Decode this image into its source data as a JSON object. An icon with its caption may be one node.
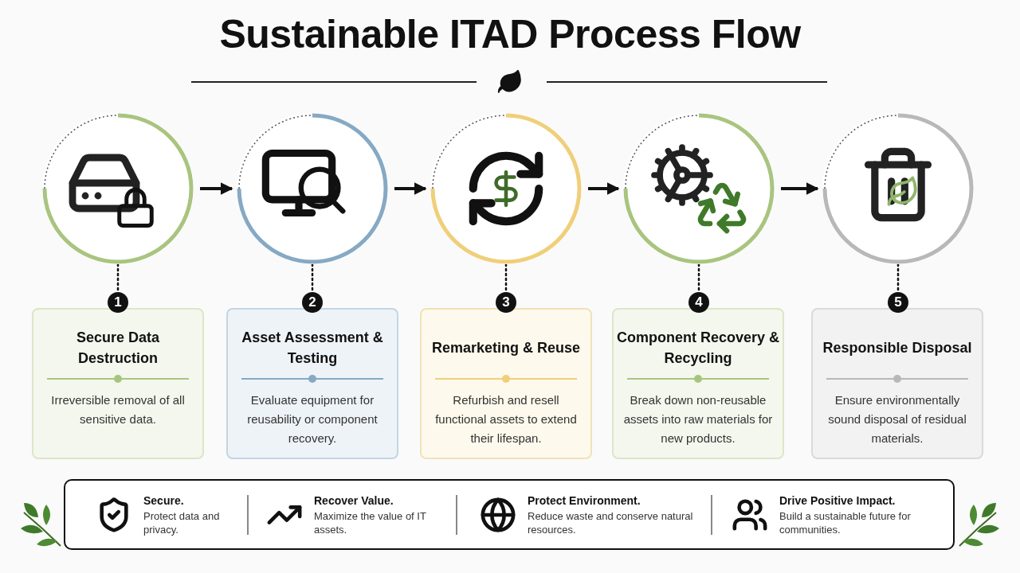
{
  "diagram": {
    "title": "Sustainable ITAD Process Flow",
    "nodes": [
      {
        "text": [],
        "shape": "circle"
      },
      {
        "text": [],
        "shape": "circle"
      },
      {
        "text": [],
        "shape": "circle"
      },
      {
        "text": [],
        "shape": "circle"
      },
      {
        "text": [],
        "shape": "circle"
      },
      {
        "text": [
          "1"
        ]
      },
      {
        "text": [
          "2"
        ]
      },
      {
        "text": [
          "3"
        ]
      },
      {
        "text": [
          "4"
        ]
      },
      {
        "text": [
          "5"
        ]
      },
      {
        "text": [
          "Secure Data Destruction",
          "Irreversible removal of all sensitive data."
        ]
      },
      {
        "text": [
          "Asset Assessment & Testing",
          "Evaluate equipment for reusability or component recovery."
        ]
      },
      {
        "text": [
          "Remarketing & Reuse",
          "Refurbish and resell functional assets to extend their lifespan."
        ]
      },
      {
        "text": [
          "Component Recovery & Recycling",
          "Break down non-reusable assets into raw materials for new products."
        ]
      },
      {
        "text": [
          "Responsible Disposal",
          "Ensure environmentally sound disposal of residual materials."
        ]
      },
      {
        "text": [],
        "shape": "box"
      },
      {
        "text": [
          "Secure.",
          "Protect data and privacy."
        ],
        "in": 15
      },
      {
        "text": [
          "Recover Value.",
          "Maximize the value of IT assets."
        ],
        "in": 15
      },
      {
        "text": [
          "Protect Environment.",
          "Reduce waste and conserve natural resources."
        ],
        "in": 15
      },
      {
        "text": [
          "Drive Positive Impact.",
          "Build a sustainable future for communities."
        ],
        "in": 15
      }
    ],
    "edges": [
      {
        "from": 0,
        "to": 1,
        "arrow": "to"
      },
      {
        "from": 1,
        "to": 2,
        "arrow": "to"
      },
      {
        "from": 2,
        "to": 3,
        "arrow": "to"
      },
      {
        "from": 3,
        "to": 4,
        "arrow": "to"
      },
      {
        "from": 0,
        "to": 5,
        "arrow": "none",
        "style": "dashed"
      },
      {
        "from": 1,
        "to": 6,
        "arrow": "none",
        "style": "dashed"
      },
      {
        "from": 2,
        "to": 7,
        "arrow": "none",
        "style": "dashed"
      },
      {
        "from": 3,
        "to": 8,
        "arrow": "none",
        "style": "dashed"
      },
      {
        "from": 4,
        "to": 9,
        "arrow": "none",
        "style": "dashed"
      }
    ]
  }
}
